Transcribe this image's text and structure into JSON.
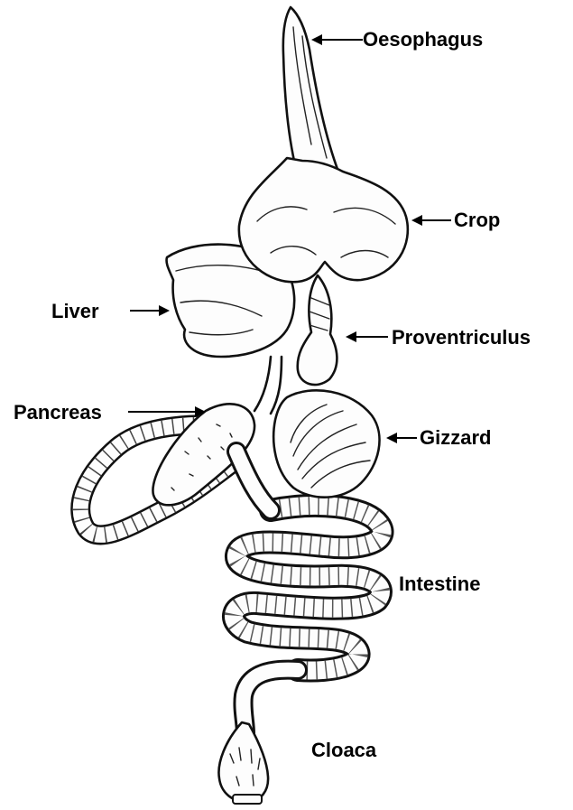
{
  "labels": {
    "oesophagus": "Oesophagus",
    "crop": "Crop",
    "liver": "Liver",
    "proventriculus": "Proventriculus",
    "pancreas": "Pancreas",
    "gizzard": "Gizzard",
    "intestine": "Intestine",
    "cloaca": "Cloaca"
  }
}
